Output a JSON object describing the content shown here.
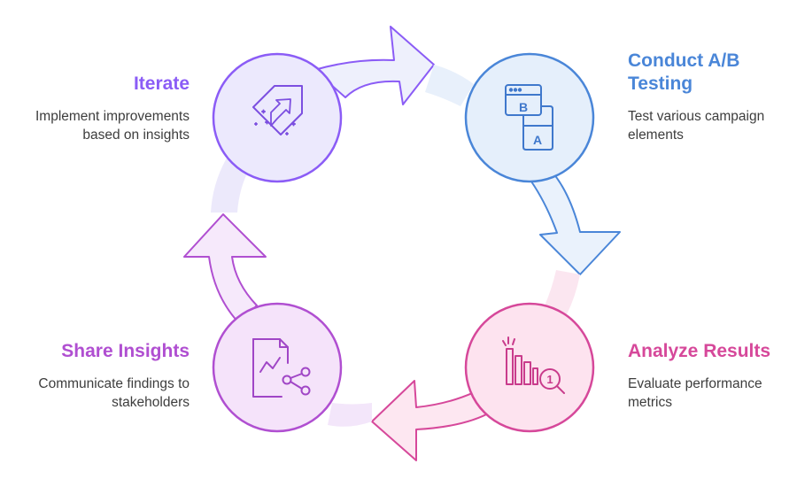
{
  "colors": {
    "iterate": "#8b5cf6",
    "ab_testing": "#4a86d8",
    "analyze": "#d6489a",
    "share": "#b04fd1"
  },
  "steps": {
    "iterate": {
      "title": "Iterate",
      "description_line1": "Implement improvements",
      "description_line2": "based on insights",
      "icon": "sparkle-arrow-icon"
    },
    "ab_testing": {
      "title_line1": "Conduct A/B",
      "title_line2": "Testing",
      "description_line1": "Test various campaign",
      "description_line2": "elements",
      "icon": "ab-test-windows-icon",
      "icon_letter_b": "B",
      "icon_letter_a": "A"
    },
    "analyze": {
      "title": "Analyze Results",
      "description_line1": "Evaluate performance",
      "description_line2": "metrics",
      "icon": "bar-chart-magnifier-icon",
      "icon_badge": "1"
    },
    "share": {
      "title": "Share Insights",
      "description_line1": "Communicate findings to",
      "description_line2": "stakeholders",
      "icon": "chart-document-share-icon"
    }
  }
}
